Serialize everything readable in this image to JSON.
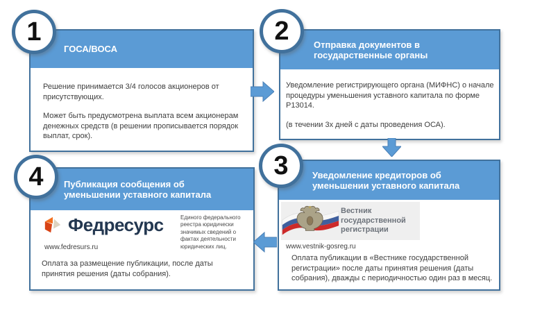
{
  "colors": {
    "header_blue": "#5B9BD5",
    "border_blue": "#41719C",
    "arrow_blue": "#5B9BD5",
    "body_text": "#3d3d3d",
    "vestnik_gray": "#6d737b",
    "fedresurs_navy": "#233750",
    "fedresurs_orange": "#E8531F",
    "fedresurs_beige": "#DDD3C0",
    "logo_strip_bg": "#efefef"
  },
  "steps": [
    {
      "number": "1",
      "title": "ГОСА/ВОСА",
      "paragraphs": [
        "Решение принимается 3/4 голосов акционеров от присутствующих.",
        "Может быть предусмотрена выплата всем акционерам денежных средств (в решении прописывается порядок выплат, срок)."
      ]
    },
    {
      "number": "2",
      "title": "Отправка документов в государственные органы",
      "paragraphs": [
        "Уведомление регистрирующего органа (МИФНС) о начале процедуры уменьшения уставного капитала по форме Р13014.",
        "(в течении 3х дней с даты проведения ОСА)."
      ]
    },
    {
      "number": "3",
      "title": "Уведомление кредиторов об уменьшении уставного капитала",
      "logo_text": "Вестник государственной регистрации",
      "url": "www.vestnik-gosreg.ru",
      "paragraphs": [
        "Оплата публикации в «Вестнике государственной регистрации» после даты принятия решения (даты собрания), дважды с периодичностью один раз в месяц."
      ]
    },
    {
      "number": "4",
      "title": "Публикация сообщения об уменьшении уставного капитала",
      "logo_text": "Федресурс",
      "url": "www.fedresurs.ru",
      "side_note": "Единого федерального реестра юридически значимых сведений о фактах деятельности юридических лиц.",
      "paragraphs": [
        "Оплата за размещение публикации, после даты принятия решения (даты собрания)."
      ]
    }
  ]
}
